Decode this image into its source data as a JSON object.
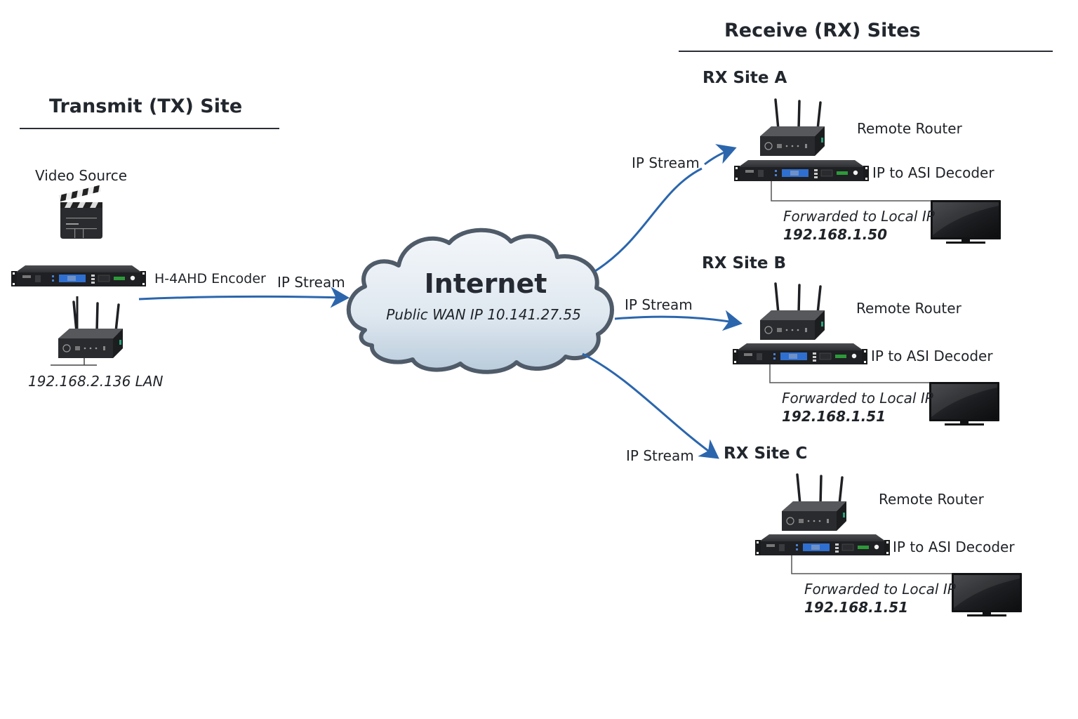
{
  "tx_site": {
    "heading": "Transmit (TX) Site",
    "video_source_label": "Video Source",
    "encoder_label": "H-4AHD Encoder",
    "lan_label": "192.168.2.136 LAN",
    "stream_label": "IP Stream"
  },
  "internet": {
    "title": "Internet",
    "wan_label": "Public WAN IP 10.141.27.55"
  },
  "rx_sites": {
    "heading": "Receive (RX) Sites",
    "sites": [
      {
        "name": "RX Site A",
        "stream_label": "IP Stream",
        "router_label": "Remote Router",
        "decoder_label": "IP to ASI Decoder",
        "forward_label": "Forwarded to Local IP",
        "local_ip": "192.168.1.50"
      },
      {
        "name": "RX Site B",
        "stream_label": "IP Stream",
        "router_label": "Remote Router",
        "decoder_label": "IP to ASI Decoder",
        "forward_label": "Forwarded to Local IP",
        "local_ip": "192.168.1.51"
      },
      {
        "name": "RX Site C",
        "stream_label": "IP Stream",
        "router_label": "Remote Router",
        "decoder_label": "IP to ASI Decoder",
        "forward_label": "Forwarded to Local IP",
        "local_ip": "192.168.1.51"
      }
    ]
  },
  "colors": {
    "stream_arrow": "#2b66ad",
    "device_body": "#2b2d30",
    "display_blue": "#2f6fd0",
    "cloud_fill": "#dde8f1",
    "cloud_stroke": "#4f5b69"
  }
}
